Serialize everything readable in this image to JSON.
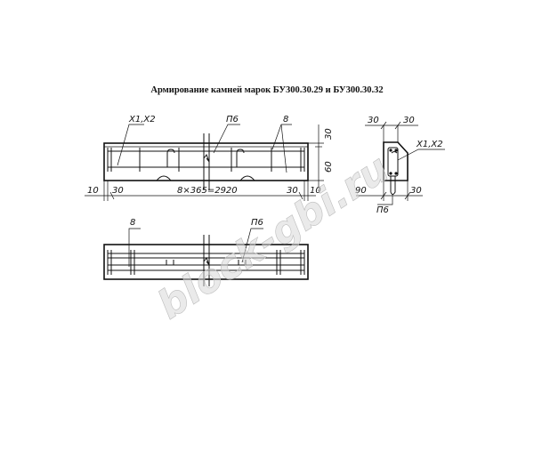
{
  "title": "Армирование камней марок БУ300.30.29 и БУ300.30.32",
  "labels": {
    "x1x2_front": "X1,X2",
    "p6_front": "П6",
    "mark8_front": "8",
    "dim30_right_top": "30",
    "dim60_right": "60",
    "dim10_left": "10",
    "dim30_left": "30",
    "dim_span": "8×365=2920",
    "dim30_right_bottom": "30",
    "dim10_right": "10",
    "sec_30_left": "30",
    "sec_30_right": "30",
    "sec_x1x2": "X1,X2",
    "sec_90": "90",
    "sec_30_bottom": "30",
    "sec_p6": "П6",
    "plan_8": "8",
    "plan_p6": "П6"
  },
  "watermark": "block-gbi.ru"
}
